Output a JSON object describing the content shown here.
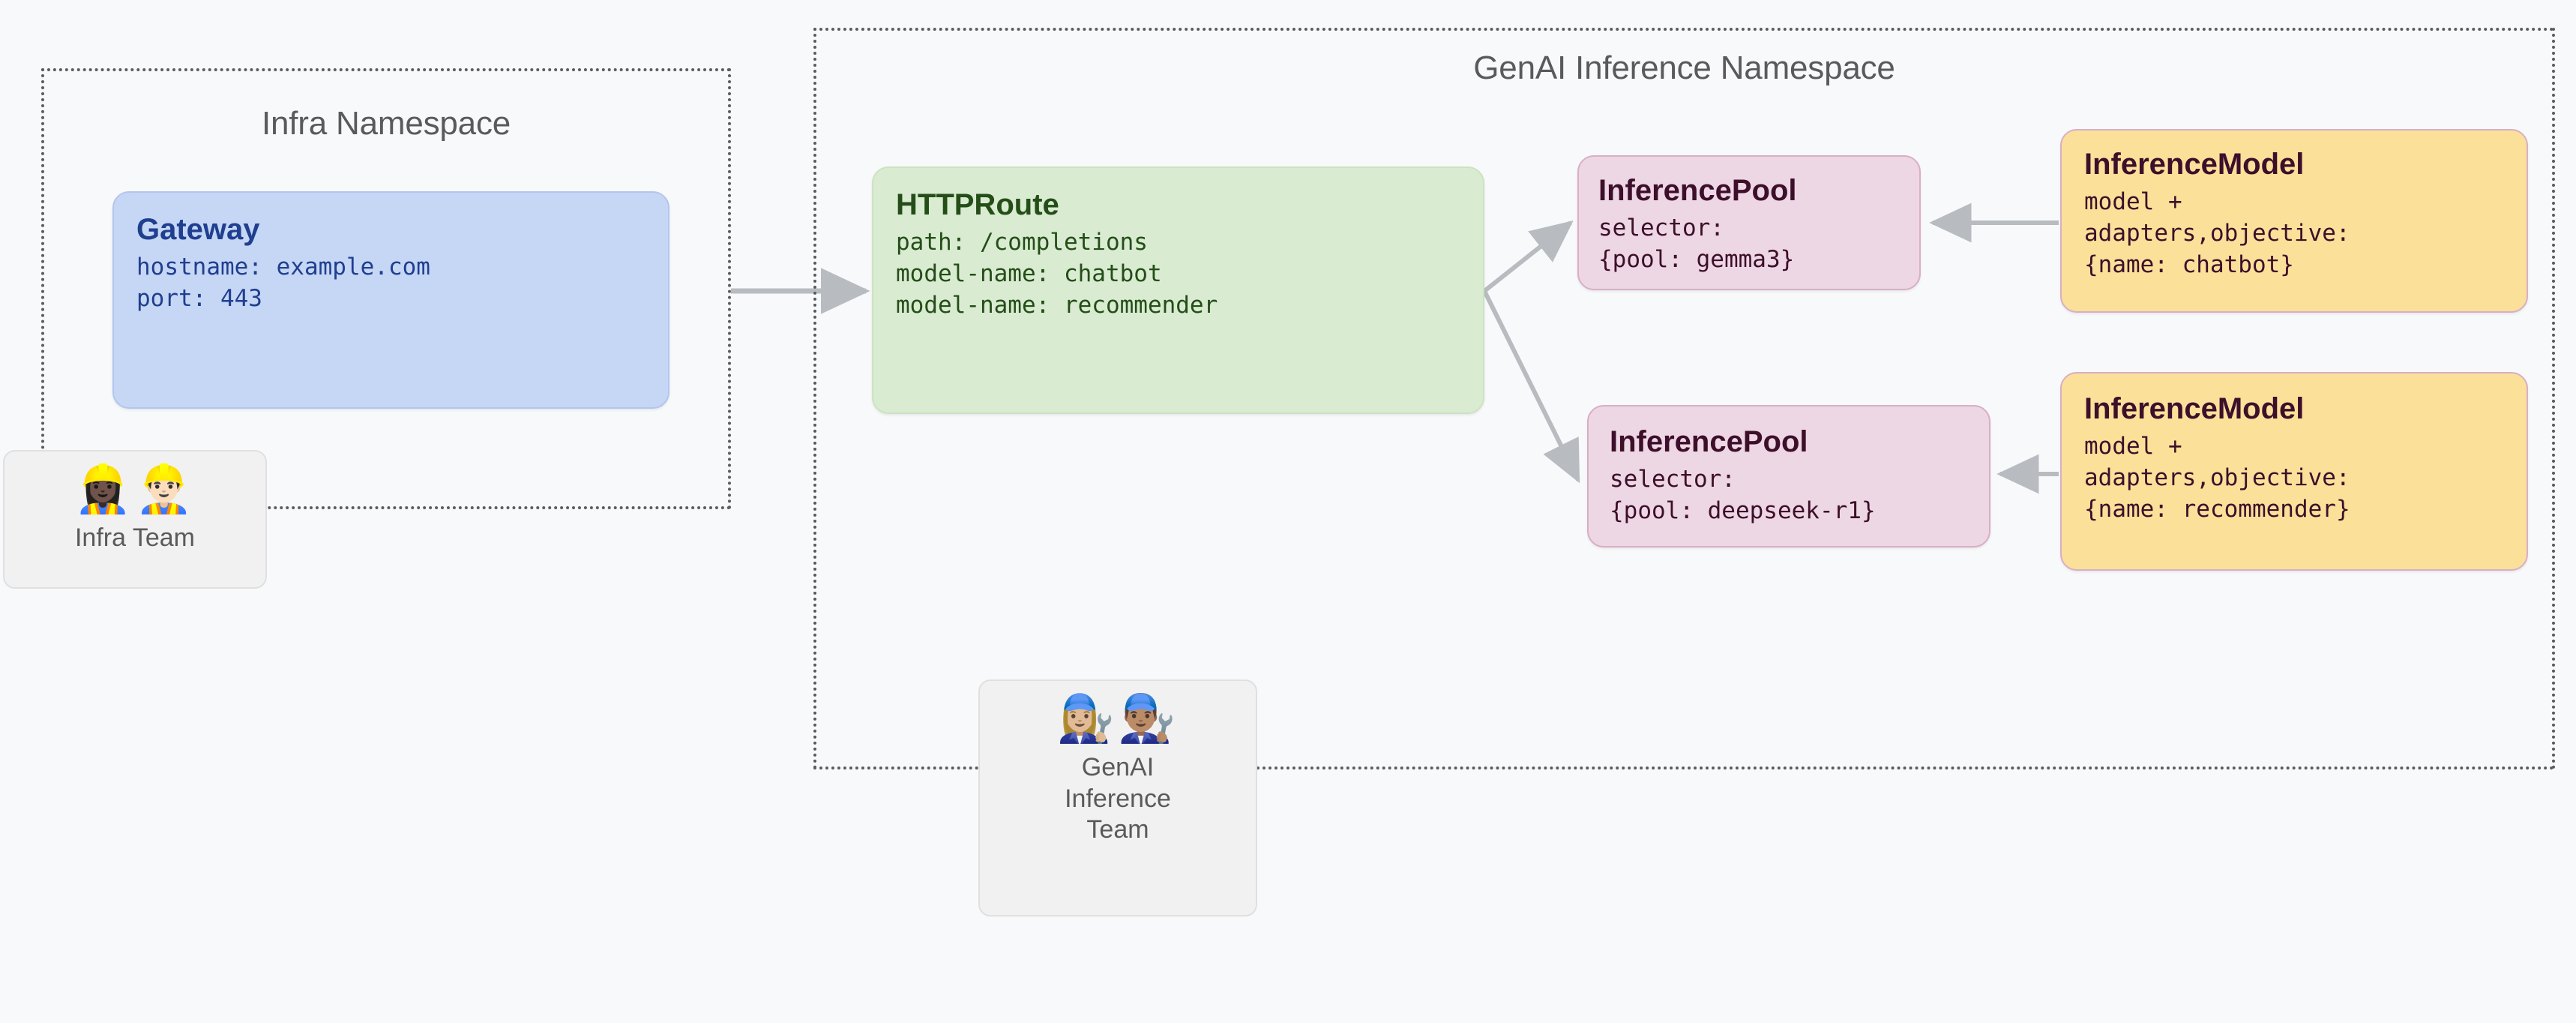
{
  "diagram": {
    "background_color": "#f8f9fb",
    "connector_color": "#b8bcc0"
  },
  "namespaces": [
    {
      "id": "infra",
      "title": "Infra Namespace",
      "border_style": "dotted",
      "border_color": "#5c5c5c"
    },
    {
      "id": "genai",
      "title": "GenAI Inference Namespace",
      "border_style": "dotted",
      "border_color": "#5c5c5c"
    }
  ],
  "cards": {
    "gateway": {
      "title": "Gateway",
      "lines": [
        "hostname: example.com",
        "port: 443"
      ],
      "fill": "#c6d6f5",
      "text_color": "#1f3f8f"
    },
    "httproute": {
      "title": "HTTPRoute",
      "lines": [
        "path: /completions",
        "model-name: chatbot",
        "model-name: recommender"
      ],
      "fill": "#d9ebd1",
      "text_color": "#244d18"
    },
    "pool_gemma": {
      "title": "InferencePool",
      "lines": [
        "selector:",
        "{pool: gemma3}"
      ],
      "fill": "#eed7e4",
      "text_color": "#3d0f2a"
    },
    "pool_deepseek": {
      "title": "InferencePool",
      "lines": [
        "selector:",
        "{pool: deepseek-r1}"
      ],
      "fill": "#eed7e4",
      "text_color": "#3d0f2a"
    },
    "model_chatbot": {
      "title": "InferenceModel",
      "lines": [
        "model +",
        "adapters,objective:",
        "{name: chatbot}"
      ],
      "fill": "#fbe09a",
      "text_color": "#3d0f2a"
    },
    "model_recommender": {
      "title": "InferenceModel",
      "lines": [
        "model +",
        "adapters,objective:",
        "{name: recommender}"
      ],
      "fill": "#fbe09a",
      "text_color": "#3d0f2a"
    }
  },
  "teams": [
    {
      "id": "infra-team",
      "label": "Infra Team",
      "emojis": "👷🏿‍♀️👷🏻‍♂️",
      "emoji_names": [
        "construction-worker-woman-icon",
        "construction-worker-man-icon"
      ]
    },
    {
      "id": "genai-inference-team",
      "label": "GenAI\nInference\nTeam",
      "emojis": "👩🏼‍🔧👨🏽‍🔧",
      "emoji_names": [
        "mechanic-woman-icon",
        "mechanic-man-icon"
      ]
    }
  ],
  "connections": [
    {
      "from": "gateway",
      "to": "httproute",
      "direction": "right"
    },
    {
      "from": "httproute",
      "to": "pool_gemma",
      "direction": "right"
    },
    {
      "from": "httproute",
      "to": "pool_deepseek",
      "direction": "right"
    },
    {
      "from": "model_chatbot",
      "to": "pool_gemma",
      "direction": "left"
    },
    {
      "from": "model_recommender",
      "to": "pool_deepseek",
      "direction": "left"
    }
  ]
}
